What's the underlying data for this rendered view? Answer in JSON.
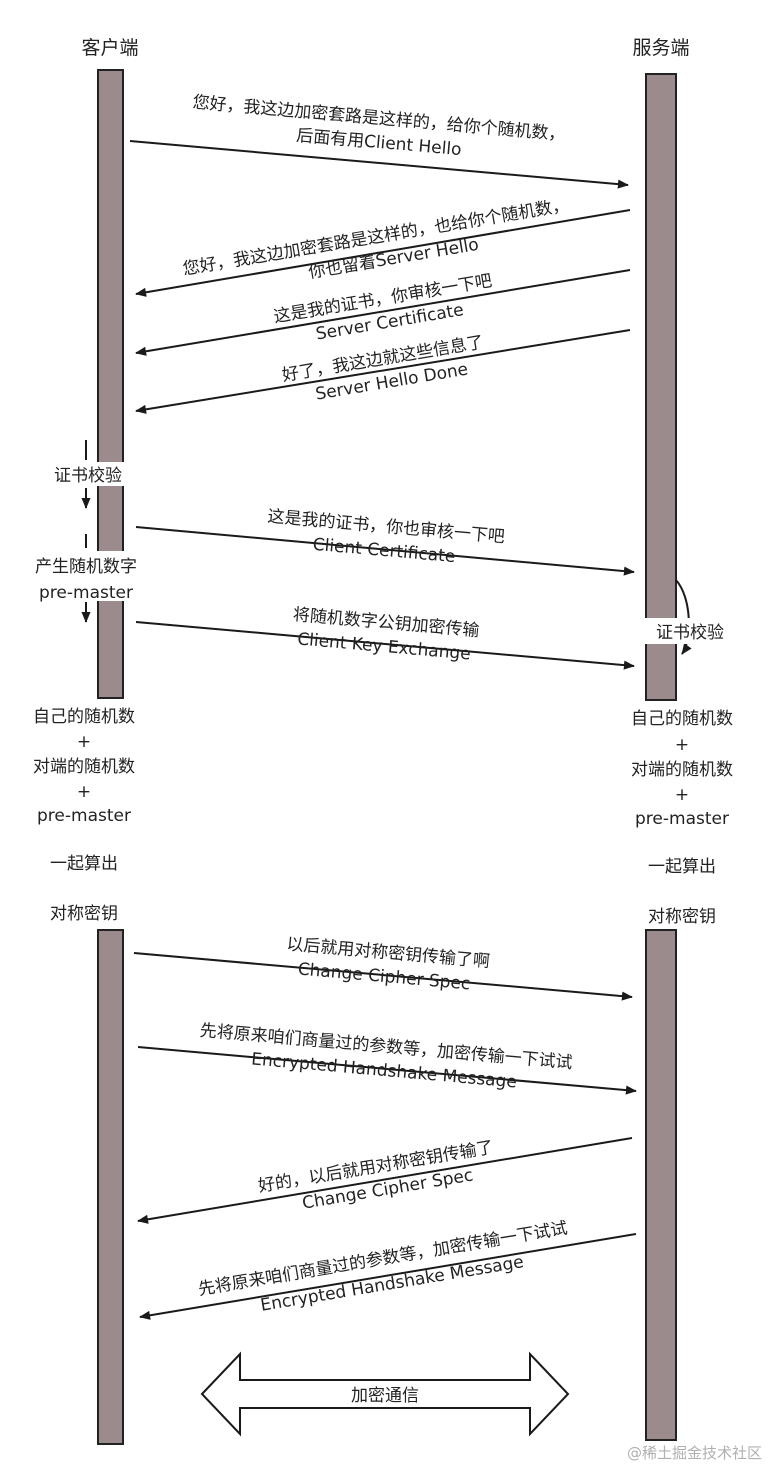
{
  "actors": {
    "client": "客户端",
    "server": "服务端"
  },
  "messages": [
    {
      "line1": "您好，我这边加密套路是这样的，给你个随机数，",
      "line2": "后面有用Client Hello"
    },
    {
      "line1": "您好，我这边加密套路是这样的，也给你个随机数，",
      "line2": "你也留着Server Hello"
    },
    {
      "line1": "这是我的证书，你审核一下吧",
      "line2": "Server Certificate"
    },
    {
      "line1": "好了，我这边就这些信息了",
      "line2": "Server Hello Done"
    },
    {
      "line1": "这是我的证书，你也审核一下吧",
      "line2": "Client Certificate"
    },
    {
      "line1": "将随机数字公钥加密传输",
      "line2": "Client Key Exchange"
    },
    {
      "line1": "以后就用对称密钥传输了啊",
      "line2": "Change Cipher Spec"
    },
    {
      "line1": "先将原来咱们商量过的参数等，加密传输一下试试",
      "line2": "Encrypted Handshake Message"
    },
    {
      "line1": "好的，以后就用对称密钥传输了",
      "line2": "Change Cipher Spec"
    },
    {
      "line1": "先将原来咱们商量过的参数等，加密传输一下试试",
      "line2": "Encrypted Handshake Message"
    }
  ],
  "client_steps": {
    "verify": "证书校验",
    "generate_line1": "产生随机数字",
    "generate_line2": "pre-master"
  },
  "server_steps": {
    "verify": "证书校验"
  },
  "key_derivation": {
    "own_random": "自己的随机数",
    "plus": "+",
    "peer_random": "对端的随机数",
    "pre_master": "pre-master",
    "compute": "一起算出",
    "symmetric_key": "对称密钥"
  },
  "encrypted_comm": "加密通信",
  "watermark": "@稀土掘金技术社区",
  "colors": {
    "lifeline": "#9b8b8d",
    "line": "#1a1a1a"
  }
}
